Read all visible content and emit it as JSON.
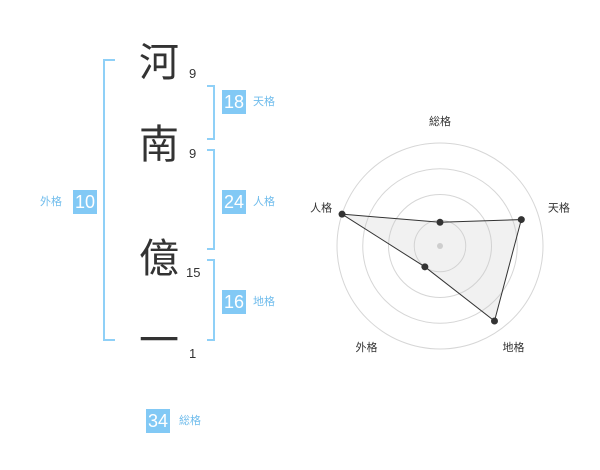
{
  "name": {
    "chars": [
      {
        "char": "河",
        "strokes": "9"
      },
      {
        "char": "南",
        "strokes": "9"
      },
      {
        "char": "億",
        "strokes": "15"
      },
      {
        "char": "一",
        "strokes": "1"
      }
    ]
  },
  "fortunes": {
    "tenkaku": {
      "value": "18",
      "label": "天格"
    },
    "jinkaku": {
      "value": "24",
      "label": "人格"
    },
    "chikaku": {
      "value": "16",
      "label": "地格"
    },
    "gaikaku": {
      "value": "10",
      "label": "外格"
    },
    "soukaku": {
      "value": "34",
      "label": "総格"
    }
  },
  "colors": {
    "accent": "#82c9f5",
    "bracket": "#8fd0f7",
    "text": "#333333"
  },
  "chart_data": {
    "type": "radar",
    "axes": [
      "総格",
      "天格",
      "地格",
      "外格",
      "人格"
    ],
    "values": [
      0.23,
      0.83,
      0.9,
      0.25,
      1.0
    ],
    "range": [
      0,
      1
    ],
    "rings": 4,
    "grid": true
  }
}
